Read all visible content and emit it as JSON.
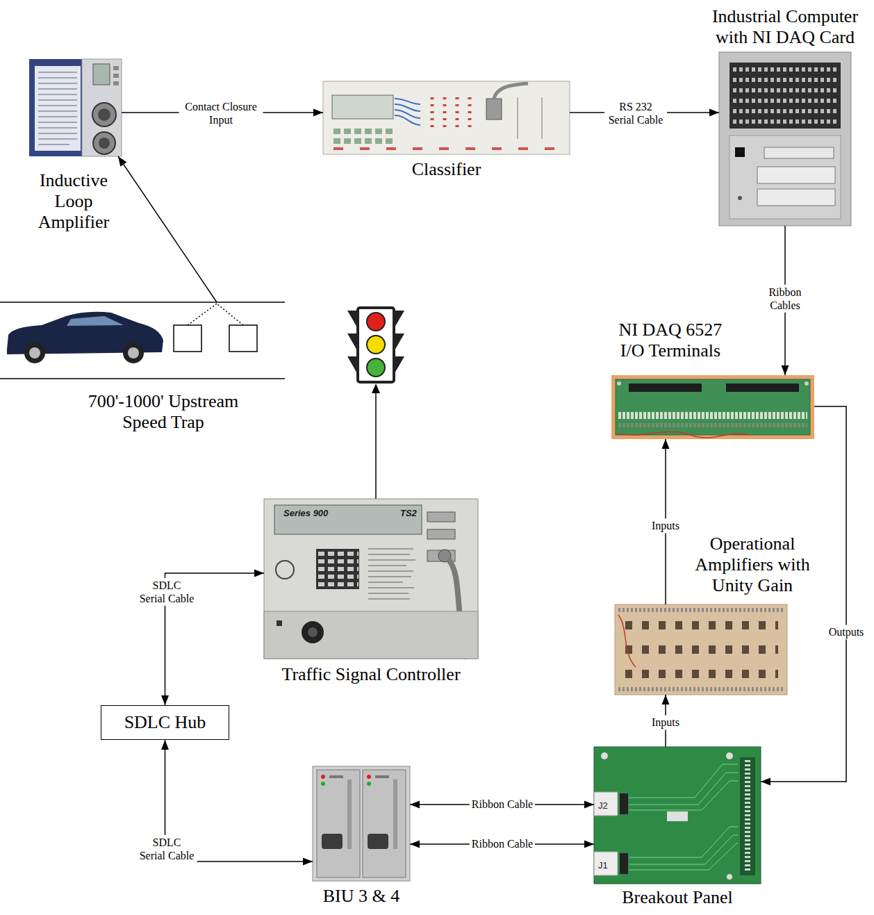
{
  "diagram": {
    "nodes": [
      {
        "text": [
          "Inductive Loop Amplifier"
        ]
      },
      {
        "text": [
          "Classifier"
        ]
      },
      {
        "text": [
          "Industrial Computer with NI DAQ Card"
        ]
      },
      {
        "text": [
          "700'-1000' Upstream Speed Trap"
        ]
      },
      {
        "text": [
          "NI DAQ 6527 I/O Terminals"
        ]
      },
      {
        "text": [
          "Operational Amplifiers with Unity Gain"
        ]
      },
      {
        "text": [
          "Traffic Signal Controller"
        ]
      },
      {
        "text": [
          "SDLC Hub"
        ]
      },
      {
        "text": [
          "BIU 3 & 4"
        ]
      },
      {
        "text": [
          "Breakout Panel"
        ]
      }
    ],
    "edges": [
      {
        "from": 0,
        "to": 1,
        "label": "Contact Closure Input",
        "arrow": "to"
      },
      {
        "from": 1,
        "to": 2,
        "label": "RS 232 Serial Cable",
        "arrow": "to"
      },
      {
        "from": 2,
        "to": 4,
        "label": "Ribbon Cables",
        "arrow": "to"
      },
      {
        "from": 3,
        "to": 0,
        "arrow": "to"
      },
      {
        "from": 5,
        "to": 4,
        "label": "Inputs",
        "arrow": "to"
      },
      {
        "from": 6,
        "to": 7,
        "label": "SDLC Serial Cable",
        "arrow": "both"
      },
      {
        "from": 4,
        "to": 9,
        "label": "Outputs",
        "arrow": "to"
      },
      {
        "from": 9,
        "to": 5,
        "label": "Inputs",
        "arrow": "to"
      },
      {
        "from": 7,
        "to": 8,
        "label": "SDLC Serial Cable",
        "arrow": "both"
      },
      {
        "from": 8,
        "to": 9,
        "label": "Ribbon Cable",
        "arrow": "both"
      },
      {
        "from": 8,
        "to": 9,
        "label": "Ribbon Cable",
        "arrow": "both"
      }
    ],
    "labels": [
      "Series 900",
      "TS2",
      "J2",
      "J1"
    ]
  }
}
